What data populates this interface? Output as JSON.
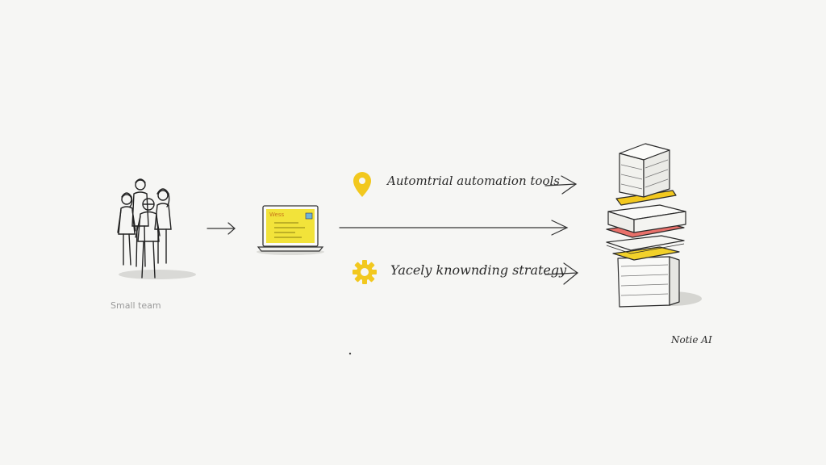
{
  "colors": {
    "background": "#f6f6f4",
    "ink": "#2a2a2a",
    "accent_yellow": "#f2c81e",
    "accent_red": "#e8706a",
    "muted_label": "#9a9a9a"
  },
  "labels": {
    "team": "Small team",
    "automation": "Automtrial automation tools",
    "strategy": "Yacely knownding strategy",
    "notion": "Notie AI",
    "screen_tag": "Wess"
  },
  "icons": {
    "team": "people-group-icon",
    "laptop": "laptop-icon",
    "pin": "location-pin-icon",
    "gear": "gear-icon",
    "stack": "document-stack-icon"
  }
}
